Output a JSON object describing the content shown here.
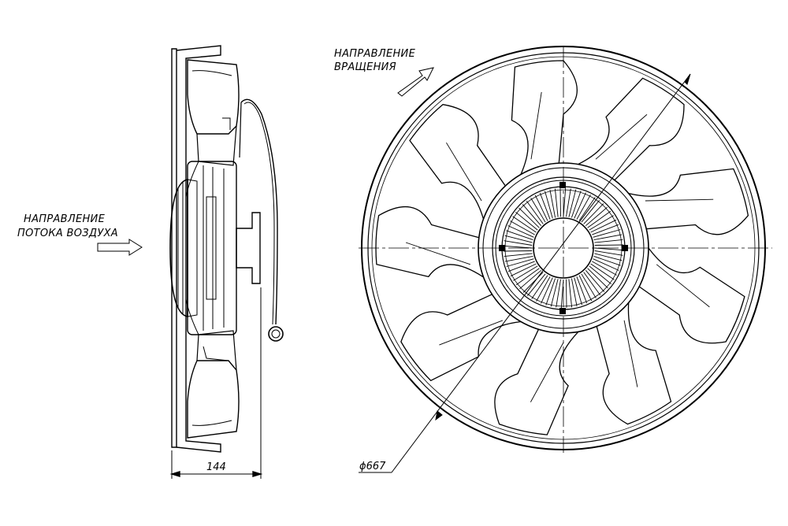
{
  "labels": {
    "airflow_line1": "НАПРАВЛЕНИЕ",
    "airflow_line2": "ПОТОКА ВОЗДУХА",
    "rotation_line1": "НАПРАВЛЕНИЕ",
    "rotation_line2": "ВРАЩЕНИЯ"
  },
  "dimensions": {
    "depth": "144",
    "diameter": "ϕ667"
  },
  "fan": {
    "blade_count": 9
  },
  "colors": {
    "line": "#000000",
    "background": "#ffffff"
  }
}
